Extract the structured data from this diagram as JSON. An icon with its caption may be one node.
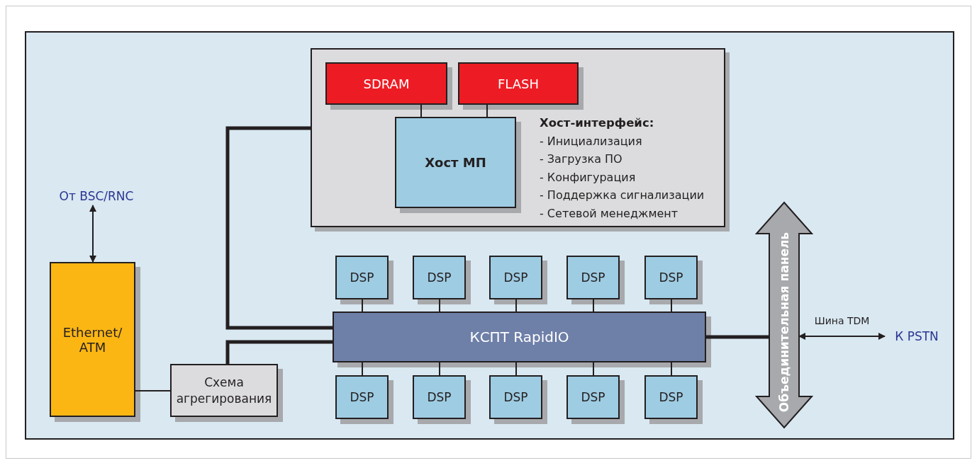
{
  "diagram": {
    "nodes": [
      {
        "text": [
          "Хост-интерфейс:",
          "- Инициализация",
          "- Загрузка ПО",
          "- Конфигурация",
          "- Поддержка сигнализации",
          "- Сетевой менеджмент"
        ]
      },
      {
        "text": [
          "SDRAM"
        ],
        "in": 0
      },
      {
        "text": [
          "FLASH"
        ],
        "in": 0
      },
      {
        "text": [
          "Хост МП"
        ],
        "in": 0
      },
      {
        "text": [
          "От BSC/RNC"
        ]
      },
      {
        "text": [
          "Ethernet/ ATM"
        ]
      },
      {
        "text": [
          "Схема агрегирования"
        ]
      },
      {
        "text": [
          "КСПТ RapidIO"
        ]
      },
      {
        "text": [
          "DSP"
        ]
      },
      {
        "text": [
          "DSP"
        ]
      },
      {
        "text": [
          "DSP"
        ]
      },
      {
        "text": [
          "DSP"
        ]
      },
      {
        "text": [
          "DSP"
        ]
      },
      {
        "text": [
          "DSP"
        ]
      },
      {
        "text": [
          "DSP"
        ]
      },
      {
        "text": [
          "DSP"
        ]
      },
      {
        "text": [
          "DSP"
        ]
      },
      {
        "text": [
          "DSP"
        ]
      },
      {
        "text": [
          "Объединительная панель"
        ]
      },
      {
        "text": [
          "К PSTN"
        ]
      }
    ],
    "edges": [
      {
        "from": 1,
        "to": 3,
        "arrow": "none"
      },
      {
        "from": 2,
        "to": 3,
        "arrow": "none"
      },
      {
        "from": 0,
        "to": 7,
        "arrow": "none",
        "style": "thick"
      },
      {
        "from": 4,
        "to": 5,
        "arrow": "both"
      },
      {
        "from": 5,
        "to": 6,
        "arrow": "none"
      },
      {
        "from": 6,
        "to": 7,
        "arrow": "none",
        "style": "thick"
      },
      {
        "from": 8,
        "to": 7,
        "arrow": "none"
      },
      {
        "from": 9,
        "to": 7,
        "arrow": "none"
      },
      {
        "from": 10,
        "to": 7,
        "arrow": "none"
      },
      {
        "from": 11,
        "to": 7,
        "arrow": "none"
      },
      {
        "from": 12,
        "to": 7,
        "arrow": "none"
      },
      {
        "from": 13,
        "to": 7,
        "arrow": "none"
      },
      {
        "from": 14,
        "to": 7,
        "arrow": "none"
      },
      {
        "from": 15,
        "to": 7,
        "arrow": "none"
      },
      {
        "from": 16,
        "to": 7,
        "arrow": "none"
      },
      {
        "from": 17,
        "to": 7,
        "arrow": "none"
      },
      {
        "from": 7,
        "to": 18,
        "arrow": "none",
        "style": "thick"
      },
      {
        "from": 18,
        "to": 19,
        "arrow": "both",
        "label": "Шина TDM"
      }
    ]
  }
}
